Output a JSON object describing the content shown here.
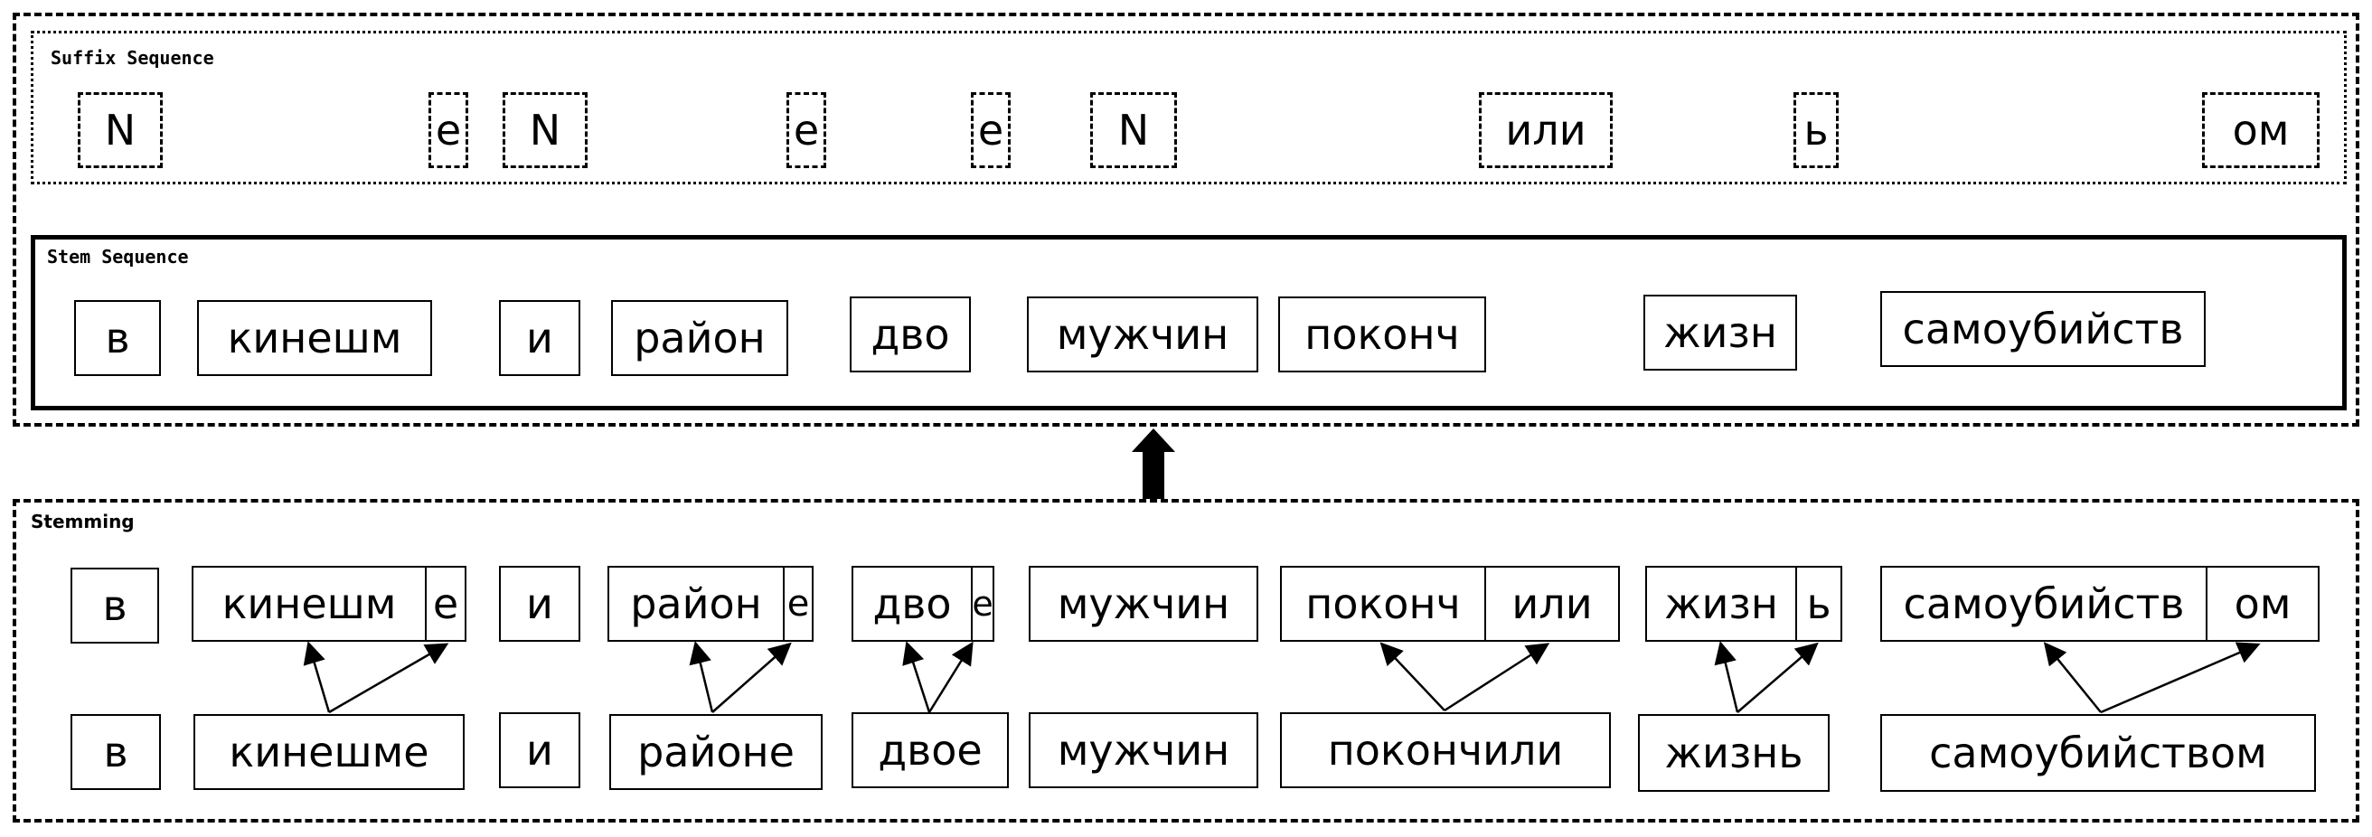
{
  "suffix_sequence": {
    "title": "Suffix Sequence",
    "items": [
      "N",
      "e",
      "N",
      "e",
      "e",
      "N",
      "или",
      "ь",
      "ом"
    ]
  },
  "stem_sequence": {
    "title": "Stem Sequence",
    "items": [
      "в",
      "кинешм",
      "и",
      "район",
      "дво",
      "мужчин",
      "поконч",
      "жизн",
      "самоубийств"
    ]
  },
  "stemming": {
    "title": "Stemming",
    "split_stems": [
      "в",
      "кинешм",
      "и",
      "район",
      "дво",
      "мужчин",
      "поконч",
      "жизн",
      "самоубийств"
    ],
    "split_suffixes": [
      "e",
      "е",
      "е",
      "или",
      "ь",
      "ом"
    ],
    "words": [
      "в",
      "кинешме",
      "и",
      "районе",
      "двое",
      "мужчин",
      "покончили",
      "жизнь",
      "самоубийством"
    ]
  }
}
